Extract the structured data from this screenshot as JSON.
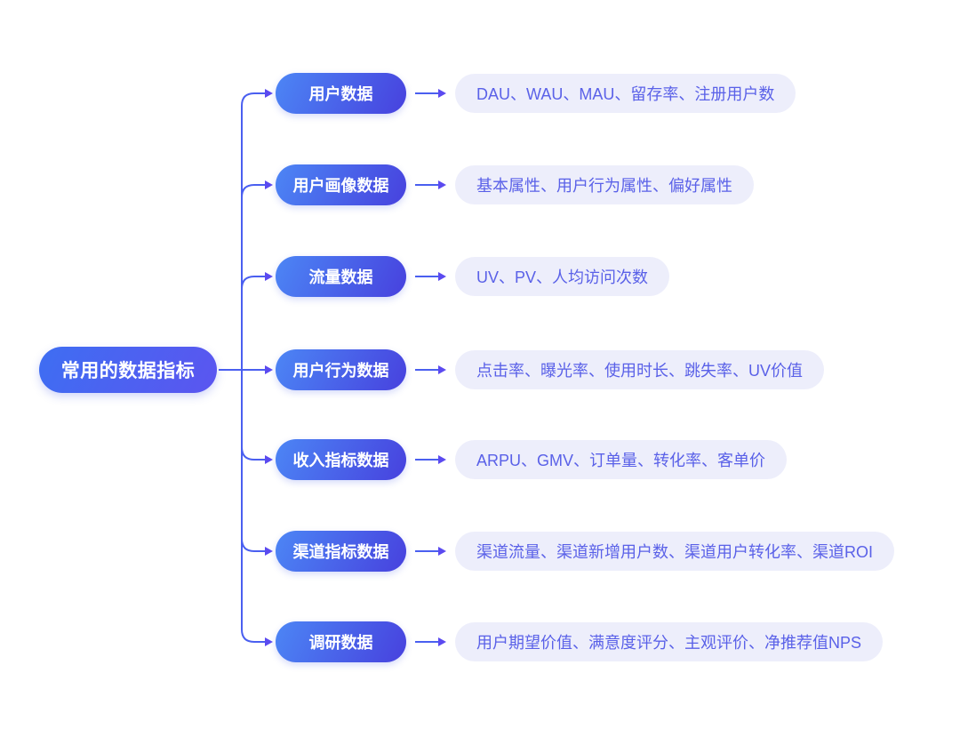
{
  "diagram": {
    "root": {
      "label": "常用的数据指标"
    },
    "branches": [
      {
        "label": "用户数据",
        "metrics": "DAU、WAU、MAU、留存率、注册用户数"
      },
      {
        "label": "用户画像数据",
        "metrics": "基本属性、用户行为属性、偏好属性"
      },
      {
        "label": "流量数据",
        "metrics": "UV、PV、人均访问次数"
      },
      {
        "label": "用户行为数据",
        "metrics": "点击率、曝光率、使用时长、跳失率、UV价值"
      },
      {
        "label": "收入指标数据",
        "metrics": "ARPU、GMV、订单量、转化率、客单价"
      },
      {
        "label": "渠道指标数据",
        "metrics": "渠道流量、渠道新增用户数、渠道用户转化率、渠道ROI"
      },
      {
        "label": "调研数据",
        "metrics": "用户期望价值、满意度评分、主观评价、净推荐值NPS"
      }
    ],
    "colors": {
      "root_gradient_start": "#3E6EF2",
      "root_gradient_end": "#5B55F0",
      "node_gradient_start": "#4C86F5",
      "node_gradient_end": "#4741DE",
      "metric_pill_bg": "#EDEEFB",
      "metric_text": "#5A61E8",
      "connector_line": "#4A5FF0",
      "arrowhead": "#5B4AF0"
    }
  }
}
